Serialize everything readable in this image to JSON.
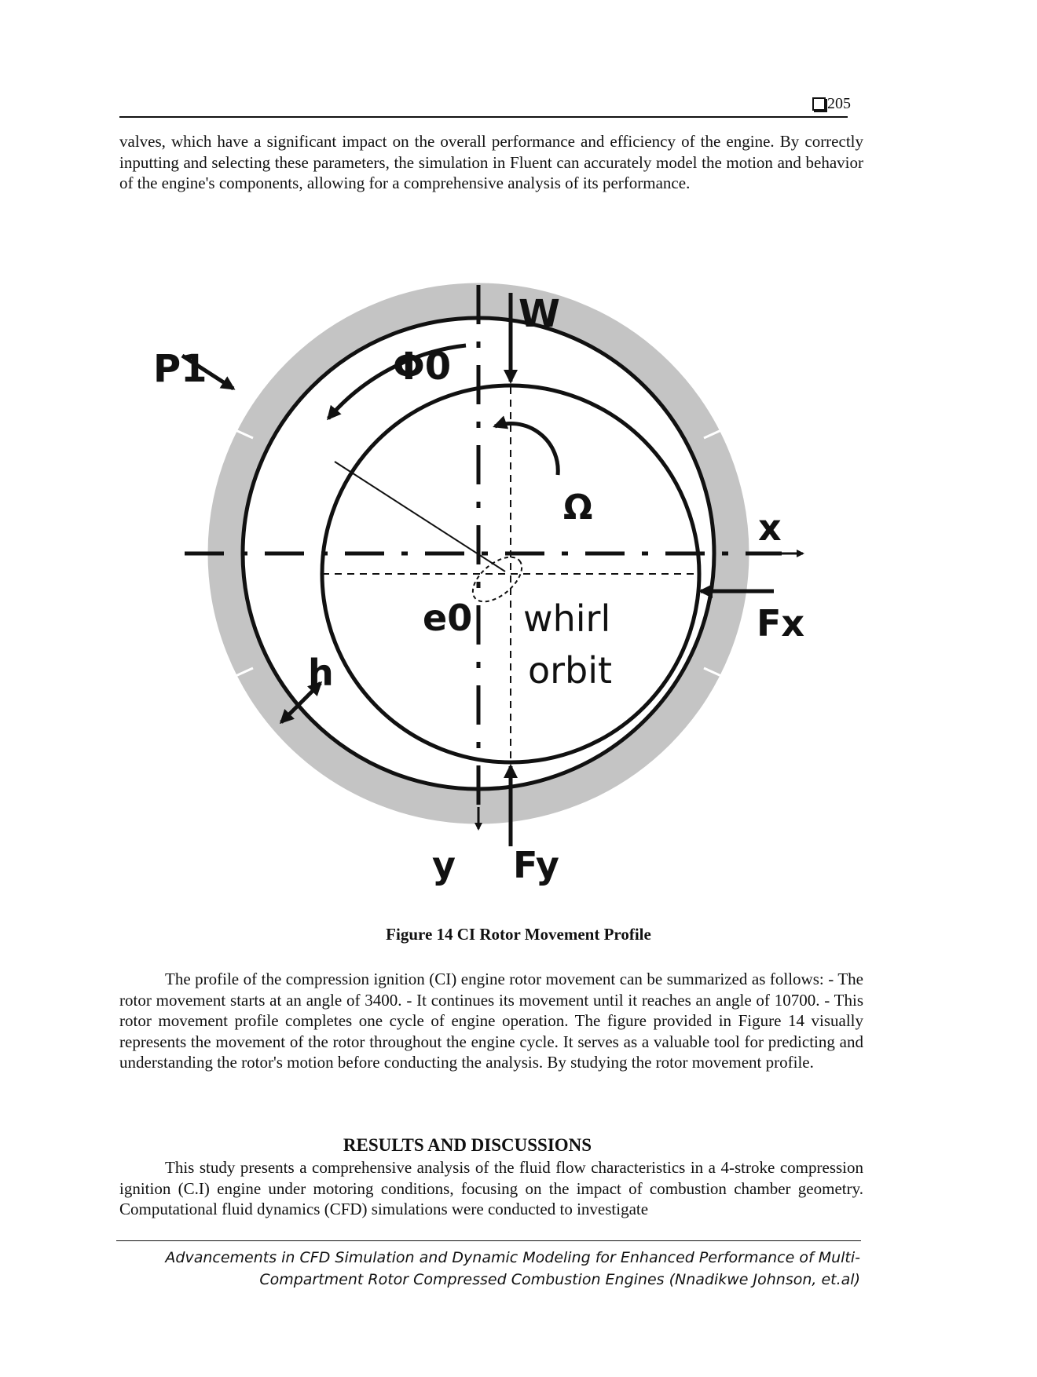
{
  "header": {
    "page_number": "205"
  },
  "paragraphs": {
    "p1": "valves, which have a significant impact on the overall performance and efficiency of the engine. By correctly inputting and selecting these parameters, the simulation in Fluent can accurately model the motion and behavior of the engine's components, allowing for a comprehensive analysis of its performance.",
    "p2": "The profile of the compression ignition (CI) engine rotor movement can be summarized as follows: - The rotor movement starts at an angle of 3400. - It continues its movement until it reaches an angle of 10700. - This rotor movement profile completes one cycle of engine operation. The figure provided in Figure 14 visually represents the movement of the rotor throughout the engine cycle. It serves as a valuable tool for predicting and understanding the rotor's motion before conducting the analysis. By studying the rotor movement profile.",
    "p3": "This study presents a comprehensive analysis of the fluid flow characteristics in a 4-stroke compression ignition (C.I) engine under motoring conditions, focusing on the impact of combustion chamber geometry. Computational fluid dynamics (CFD) simulations were conducted to investigate"
  },
  "figure": {
    "labels": {
      "w": "W",
      "p1": "P1",
      "phi0": "Φ0",
      "omega": "Ω",
      "x": "x",
      "fx": "Fx",
      "e0": "e0",
      "whirl": "whirl",
      "orbit": "orbit",
      "h": "h",
      "y": "y",
      "fy": "Fy"
    },
    "caption": "Figure 14 CI Rotor Movement Profile"
  },
  "section_heading": "RESULTS AND DISCUSSIONS",
  "footer": {
    "line1": "Advancements in CFD Simulation and Dynamic Modeling for Enhanced Performance of Multi-",
    "line2": "Compartment Rotor Compressed Combustion Engines (Nnadikwe Johnson, et.al)"
  }
}
